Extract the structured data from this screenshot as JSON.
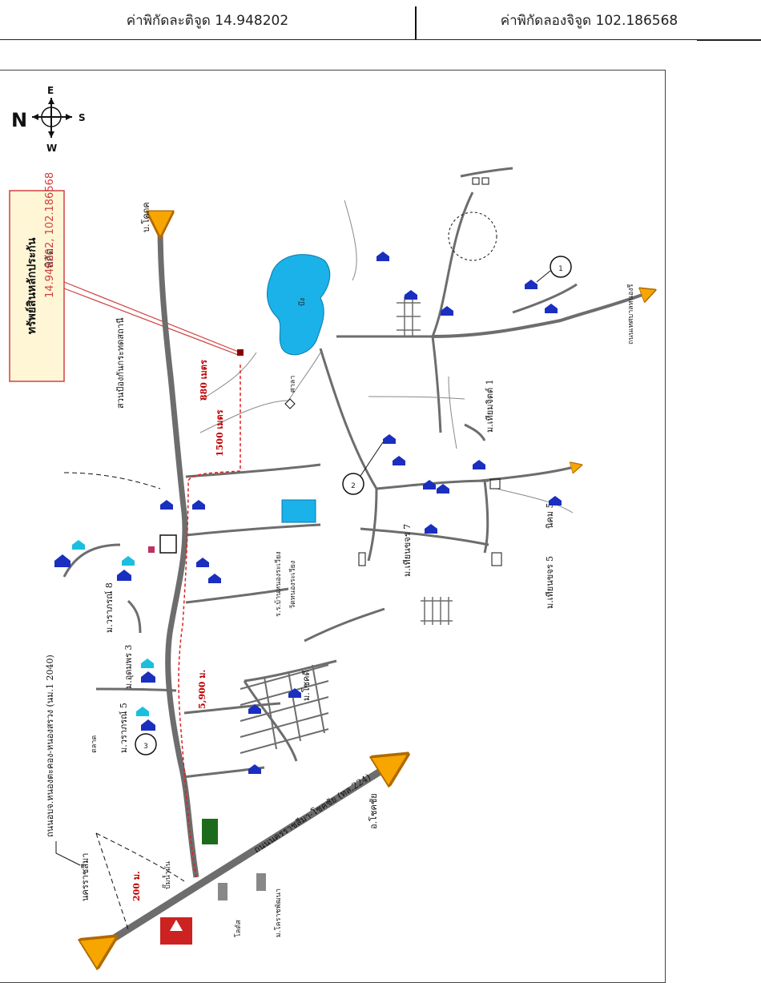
{
  "header": {
    "latitude_label": "ค่าพิกัดละติจูด 14.948202",
    "longitude_label": "ค่าพิกัดลองจิจูด 102.186568"
  },
  "compass": {
    "n": "N",
    "e": "E",
    "s": "S",
    "w": "W"
  },
  "callout": {
    "title": "ทรัพย์สินหลักประกัน",
    "coord_prefix": "พิกัด",
    "coord_value": "14.948202, 102.186568"
  },
  "labels": {
    "top_dest": "บ.โคกค",
    "road_right": "ถนนเทศบาลหนองรี",
    "cemetery": "สวนป้องกันกระทดสถานี",
    "left_dest": "นครราชสีมา",
    "chokchai": "อ.โชคชัย",
    "highway": "ถนนนครราชสีมา-โชคชัย (ทล.224)",
    "rural_road": "ถนนอบจ.หนองตะคอง-หนองสรวง (นม.1 2040)",
    "dist_880": "880 เมตร",
    "dist_1500": "1500 เมตร",
    "dist_5900": "5,900 ม.",
    "dist_200": "200 ม.",
    "pond": "บึง",
    "school": "ร.ร.บ้านหนองระเวียง",
    "temple": "วัดหนองระเวียง",
    "circle_1": "1",
    "circle_2": "2",
    "circle_3": "3",
    "moo8": "ม.วราภรณ์ 8",
    "moo3": "ม.อุดมพร 3",
    "moo5": "ม.วราภรณ์ 5",
    "chokdee": "ม.โชคดี",
    "tesco": "โลตัส",
    "ptt": "ปั๊มน้ำมัน",
    "kpi": "ม.โคราชพัฒนา",
    "market": "ตลาด",
    "nikhom": "นิคม 5",
    "mahachai": "ม.เทียมจิตต์ 1",
    "village_6": "ม.เทียนขจร 5",
    "village_7": "ม.เทียนขจร 7",
    "sao": "ศาลา"
  }
}
